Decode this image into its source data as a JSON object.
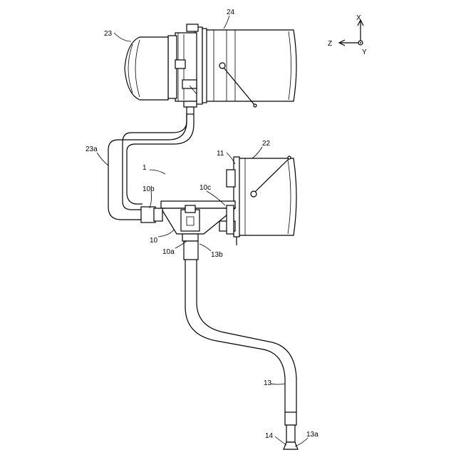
{
  "labels": {
    "l23": "23",
    "l24": "24",
    "l22": "22",
    "l11": "11",
    "l23a": "23a",
    "l1": "1",
    "l10b": "10b",
    "l10c": "10c",
    "l10": "10",
    "l10a": "10a",
    "l13b": "13b",
    "l13": "13",
    "l14": "14",
    "l13a": "13a"
  },
  "axes": {
    "x": "X",
    "z": "Z",
    "y": "Y"
  }
}
